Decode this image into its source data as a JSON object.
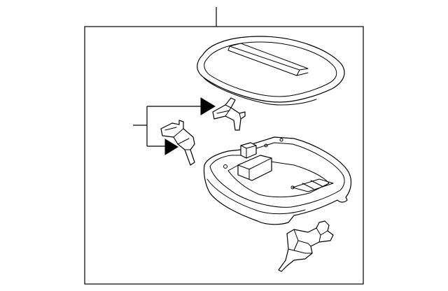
{
  "diagram": {
    "kind": "exploded-parts-illustration",
    "line_color": "#000000",
    "background_color": "#ffffff",
    "parts": [
      {
        "name": "lamp-lens-cover"
      },
      {
        "name": "clip-upper"
      },
      {
        "name": "clip-lower"
      },
      {
        "name": "lamp-housing"
      },
      {
        "name": "mounting-bracket"
      }
    ]
  }
}
